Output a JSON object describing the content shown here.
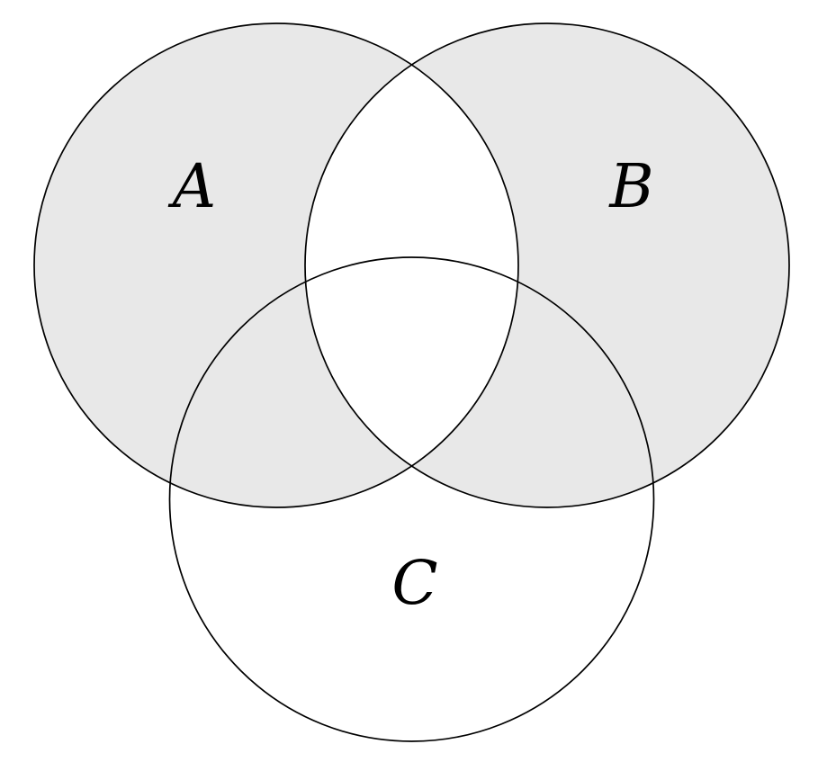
{
  "diagram": {
    "title": "venn-diagram-three-sets",
    "type": "venn",
    "sets": [
      {
        "label": "A",
        "shaded": true
      },
      {
        "label": "B",
        "shaded": true
      },
      {
        "label": "C",
        "shaded": false
      }
    ],
    "shaded_region_description": "symmetric difference of A and B (regions in exactly one of A, B; intersection A∩B and C-only are unshaded)"
  },
  "colors": {
    "shaded_fill": "#e8e8e8",
    "stroke": "#000000",
    "background": "#ffffff"
  }
}
